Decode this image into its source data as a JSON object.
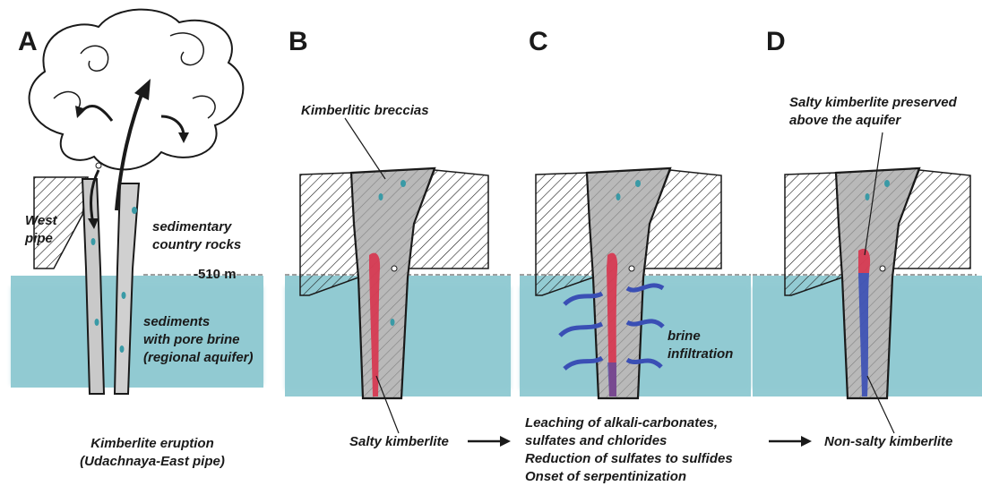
{
  "panels": [
    {
      "letter": "A"
    },
    {
      "letter": "B"
    },
    {
      "letter": "C"
    },
    {
      "letter": "D"
    }
  ],
  "labels": {
    "west_pipe": [
      "West",
      "pipe"
    ],
    "sedimentary": [
      "sedimentary",
      "country rocks"
    ],
    "depth": "-510 m",
    "sediments": [
      "sediments",
      "with pore brine",
      "(regional aquifer)"
    ],
    "eruption": [
      "Kimberlite eruption",
      "(Udachnaya-East pipe)"
    ],
    "breccias": "Kimberlitic breccias",
    "salty": "Salty kimberlite",
    "brine": [
      "brine",
      "infiltration"
    ],
    "leaching": [
      "Leaching of alkali-carbonates,",
      "sulfates and chlorides",
      "Reduction of sulfates to sulfides",
      "Onset of serpentinization"
    ],
    "preserved": [
      "Salty kimberlite preserved",
      "above the aquifer"
    ],
    "non_salty": "Non-salty kimberlite"
  },
  "colors": {
    "aquifer": "#6fb9c4",
    "salty_kimberlite": "#d8344e",
    "non_salty_kimberlite": "#3a4fb5",
    "breccia": "#b9b9b9",
    "ink": "#1a1a1a",
    "inclusion": "#3a9aa6"
  }
}
